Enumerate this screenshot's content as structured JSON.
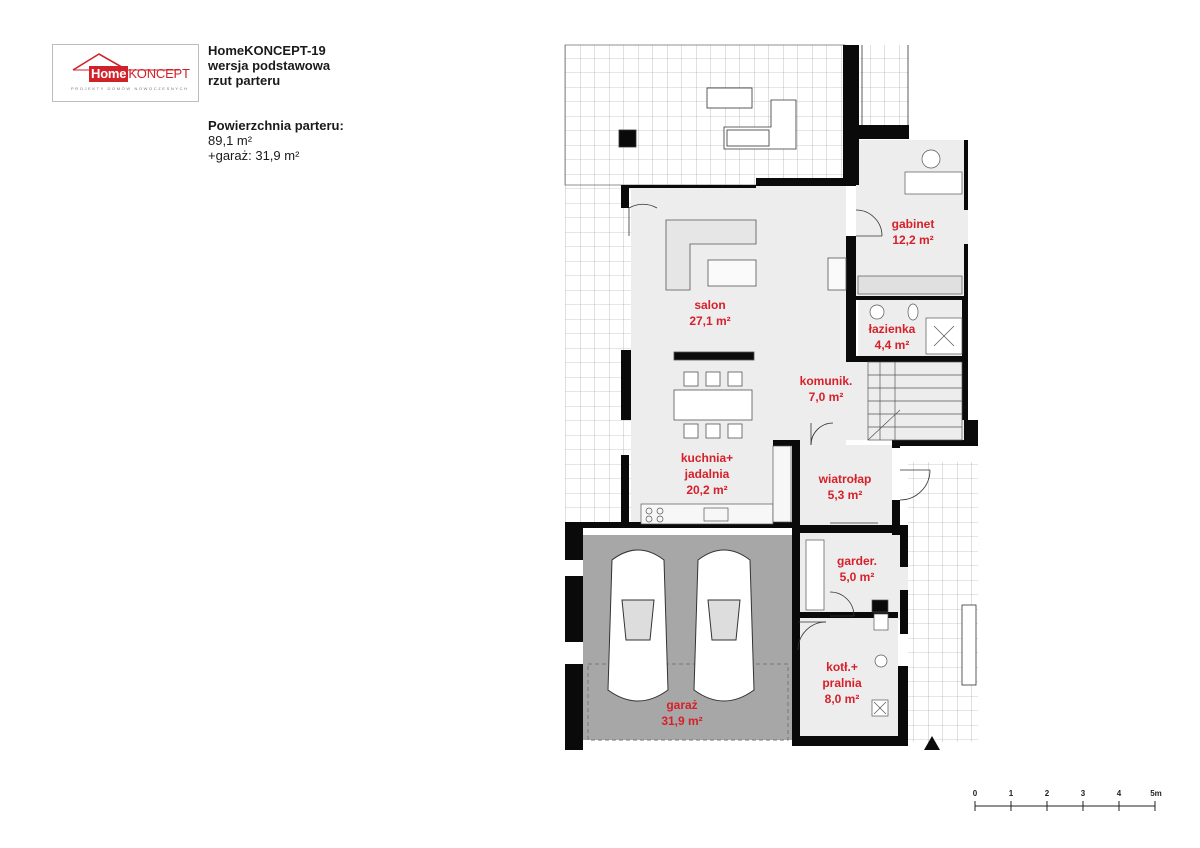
{
  "brand": {
    "home": "Home",
    "koncept": "KONCEPT",
    "tagline": "PROJEKTY DOMÓW NOWOCZESNYCH",
    "red": "#d0222a"
  },
  "project": {
    "name": "HomeKONCEPT-19",
    "version": "wersja podstawowa",
    "view": "rzut parteru"
  },
  "area": {
    "label": "Powierzchnia parteru:",
    "total": "89,1 m²",
    "garage": "+garaż: 31,9 m²"
  },
  "rooms": [
    {
      "id": "salon",
      "name": "salon",
      "area": "27,1 m²"
    },
    {
      "id": "kuchnia",
      "name": "kuchnia+",
      "name2": "jadalnia",
      "area": "20,2 m²"
    },
    {
      "id": "gabinet",
      "name": "gabinet",
      "area": "12,2 m²"
    },
    {
      "id": "lazienka",
      "name": "łazienka",
      "area": "4,4 m²"
    },
    {
      "id": "komunik",
      "name": "komunik.",
      "area": "7,0 m²"
    },
    {
      "id": "wiatrolap",
      "name": "wiatrołap",
      "area": "5,3 m²"
    },
    {
      "id": "garder",
      "name": "garder.",
      "area": "5,0 m²"
    },
    {
      "id": "kotl",
      "name": "kotł.+",
      "name2": "pralnia",
      "area": "8,0 m²"
    },
    {
      "id": "garaz",
      "name": "garaż",
      "area": "31,9 m²"
    }
  ],
  "scale_bar": {
    "ticks": [
      "0",
      "1",
      "2",
      "3",
      "4",
      "5m"
    ]
  },
  "colors": {
    "room_label": "#d6202a",
    "floor": "#ededed",
    "garage_floor": "#a7a7a7",
    "wall": "#0a0a0a"
  }
}
